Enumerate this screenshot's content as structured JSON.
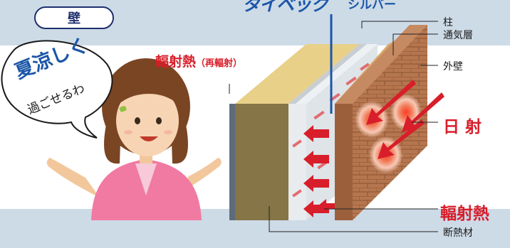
{
  "header": {
    "kabe_label": "壁",
    "brand_name": "タイベック",
    "brand_sub": "シルバー"
  },
  "speech": {
    "line1": "夏涼しく",
    "line2": "過ごせるわ"
  },
  "labels": {
    "reradiation_main": "輻射熱",
    "reradiation_paren": "（再輻射）",
    "pillar": "柱",
    "air_layer": "通気層",
    "outer_wall": "外壁",
    "sunlight": "日 射",
    "radiant_heat": "輻射熱",
    "insulation": "断熱材"
  },
  "colors": {
    "background": "#cddbe7",
    "brand_blue": "#1b56a8",
    "heat_red": "#d81e2a",
    "brick": "#b0714d",
    "insulation": "#857547"
  }
}
